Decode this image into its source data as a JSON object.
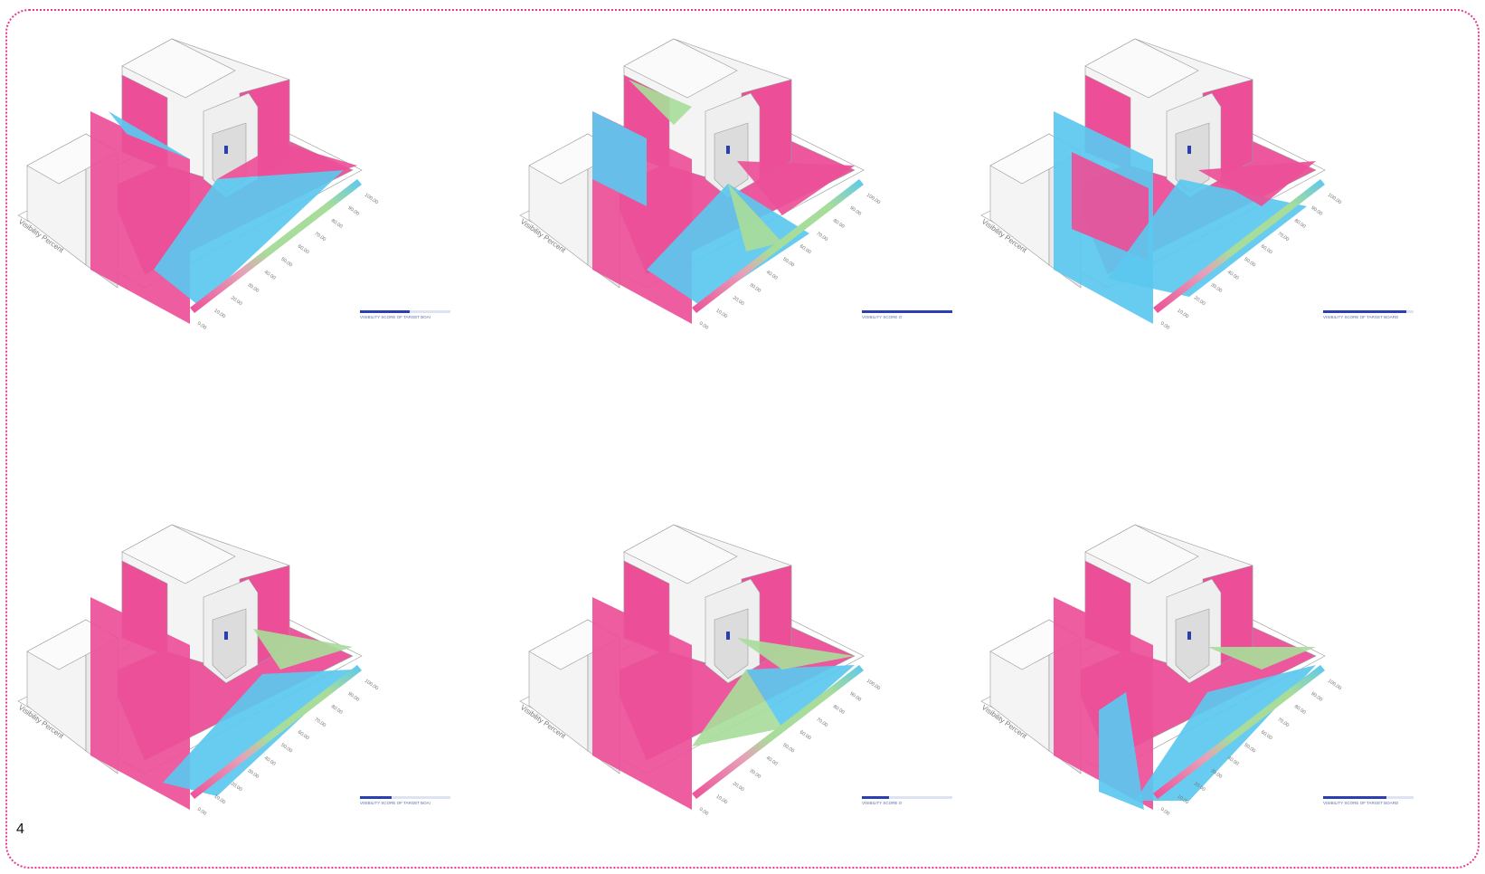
{
  "page_number": "4",
  "colors": {
    "magenta": "#ec4f98",
    "cyan": "#5bc8ef",
    "green": "#a8dc9a",
    "navy": "#2b3fb0",
    "frame": "#e23c8f",
    "building": "#f4f4f4"
  },
  "legend": {
    "axis_label": "Visibility Percent",
    "ticks": [
      "0.00",
      "10.00",
      "20.00",
      "30.00",
      "40.00",
      "50.00",
      "60.00",
      "70.00",
      "80.00",
      "90.00",
      "100.00"
    ]
  },
  "panels": [
    {
      "score_label": "VISIBILITY SCORE OF TARGET BOAI",
      "score_fraction": 0.55,
      "variant": 0
    },
    {
      "score_label": "VISIBILITY SCORE O",
      "score_fraction": 1.0,
      "variant": 1
    },
    {
      "score_label": "VISIBILITY SCORE OF TARGET BOARD",
      "score_fraction": 0.92,
      "variant": 2
    },
    {
      "score_label": "VISIBILITY SCORE OF TARGET BOAI",
      "score_fraction": 0.35,
      "variant": 3
    },
    {
      "score_label": "VISIBILITY SCORE O",
      "score_fraction": 0.3,
      "variant": 4
    },
    {
      "score_label": "VISIBILITY SCORE OF TARGET BOARD",
      "score_fraction": 0.7,
      "variant": 5
    }
  ]
}
